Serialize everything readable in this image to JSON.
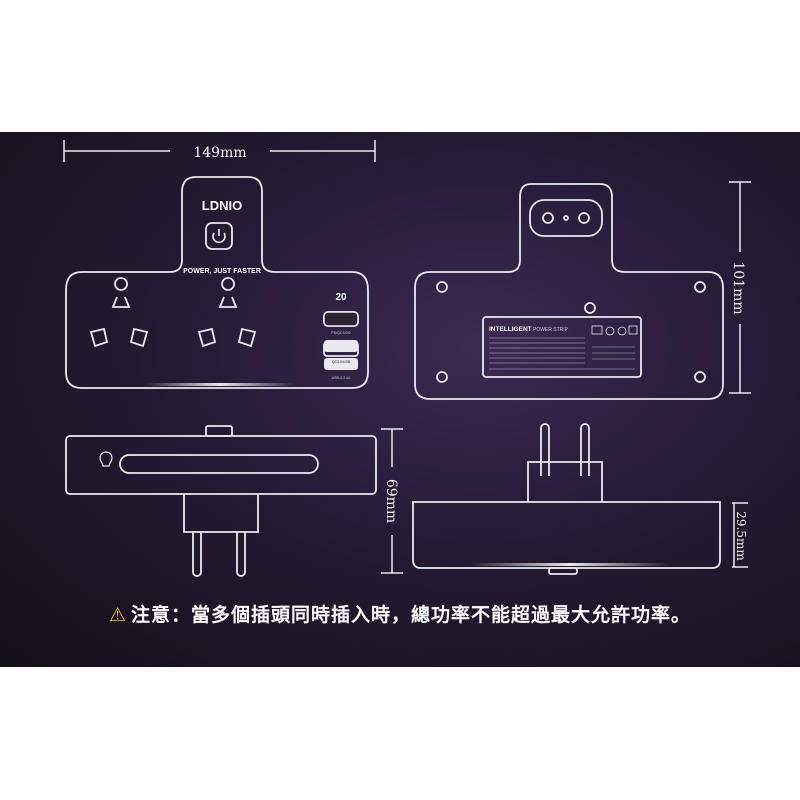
{
  "dimensions": {
    "width": "149mm",
    "height": "101mm",
    "depth": "69mm",
    "thickness": "29.5mm"
  },
  "front_view": {
    "brand": "LDNIO",
    "slogan": "POWER, JUST FASTER",
    "usb_badge": "20",
    "usb_labels": [
      "PD/QC3.0W",
      "QC3.0/USB",
      "USB-A 2.4A"
    ]
  },
  "back_view": {
    "label_title": "INTELLIGENT",
    "label_subtitle": "POWER STRIP"
  },
  "warning": {
    "icon": "warning-triangle-icon",
    "text": "注意：當多個插頭同時插入時，總功率不能超過最大允許功率。"
  },
  "colors": {
    "background": "#1e1629",
    "line": "#e9e9ee",
    "warning_icon": "#f2c21b"
  }
}
